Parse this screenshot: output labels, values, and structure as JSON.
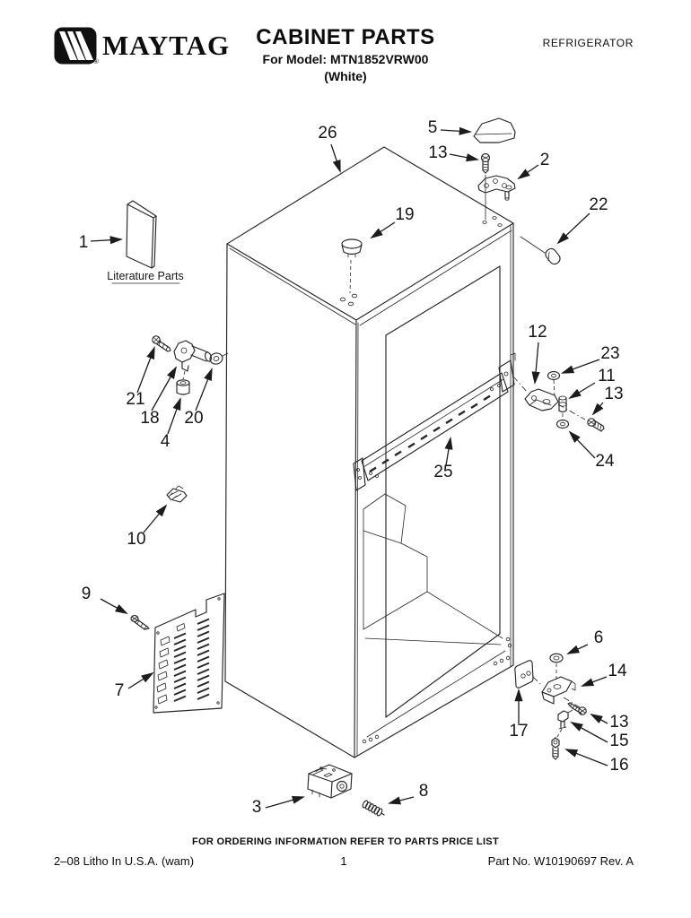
{
  "header": {
    "brand": "MAYTAG",
    "registered": "®",
    "title": "CABINET PARTS",
    "model_line": "For Model: MTN1852VRW00",
    "finish_line": "(White)",
    "category": "REFRIGERATOR"
  },
  "diagram": {
    "literature_label": "Literature Parts",
    "callouts": {
      "c1": "1",
      "c2": "2",
      "c3": "3",
      "c4": "4",
      "c5": "5",
      "c6": "6",
      "c7": "7",
      "c8": "8",
      "c9": "9",
      "c10": "10",
      "c11": "11",
      "c12": "12",
      "c13": "13",
      "c14": "14",
      "c15": "15",
      "c16": "16",
      "c17": "17",
      "c18": "18",
      "c19": "19",
      "c20": "20",
      "c21": "21",
      "c22": "22",
      "c23": "23",
      "c24": "24",
      "c25": "25",
      "c26": "26"
    }
  },
  "footer": {
    "ordering_note": "FOR ORDERING INFORMATION REFER TO PARTS PRICE LIST",
    "litho_line": "2–08 Litho In U.S.A. (wam)",
    "page_number": "1",
    "part_number_line": "Part No. W10190697 Rev. A"
  }
}
